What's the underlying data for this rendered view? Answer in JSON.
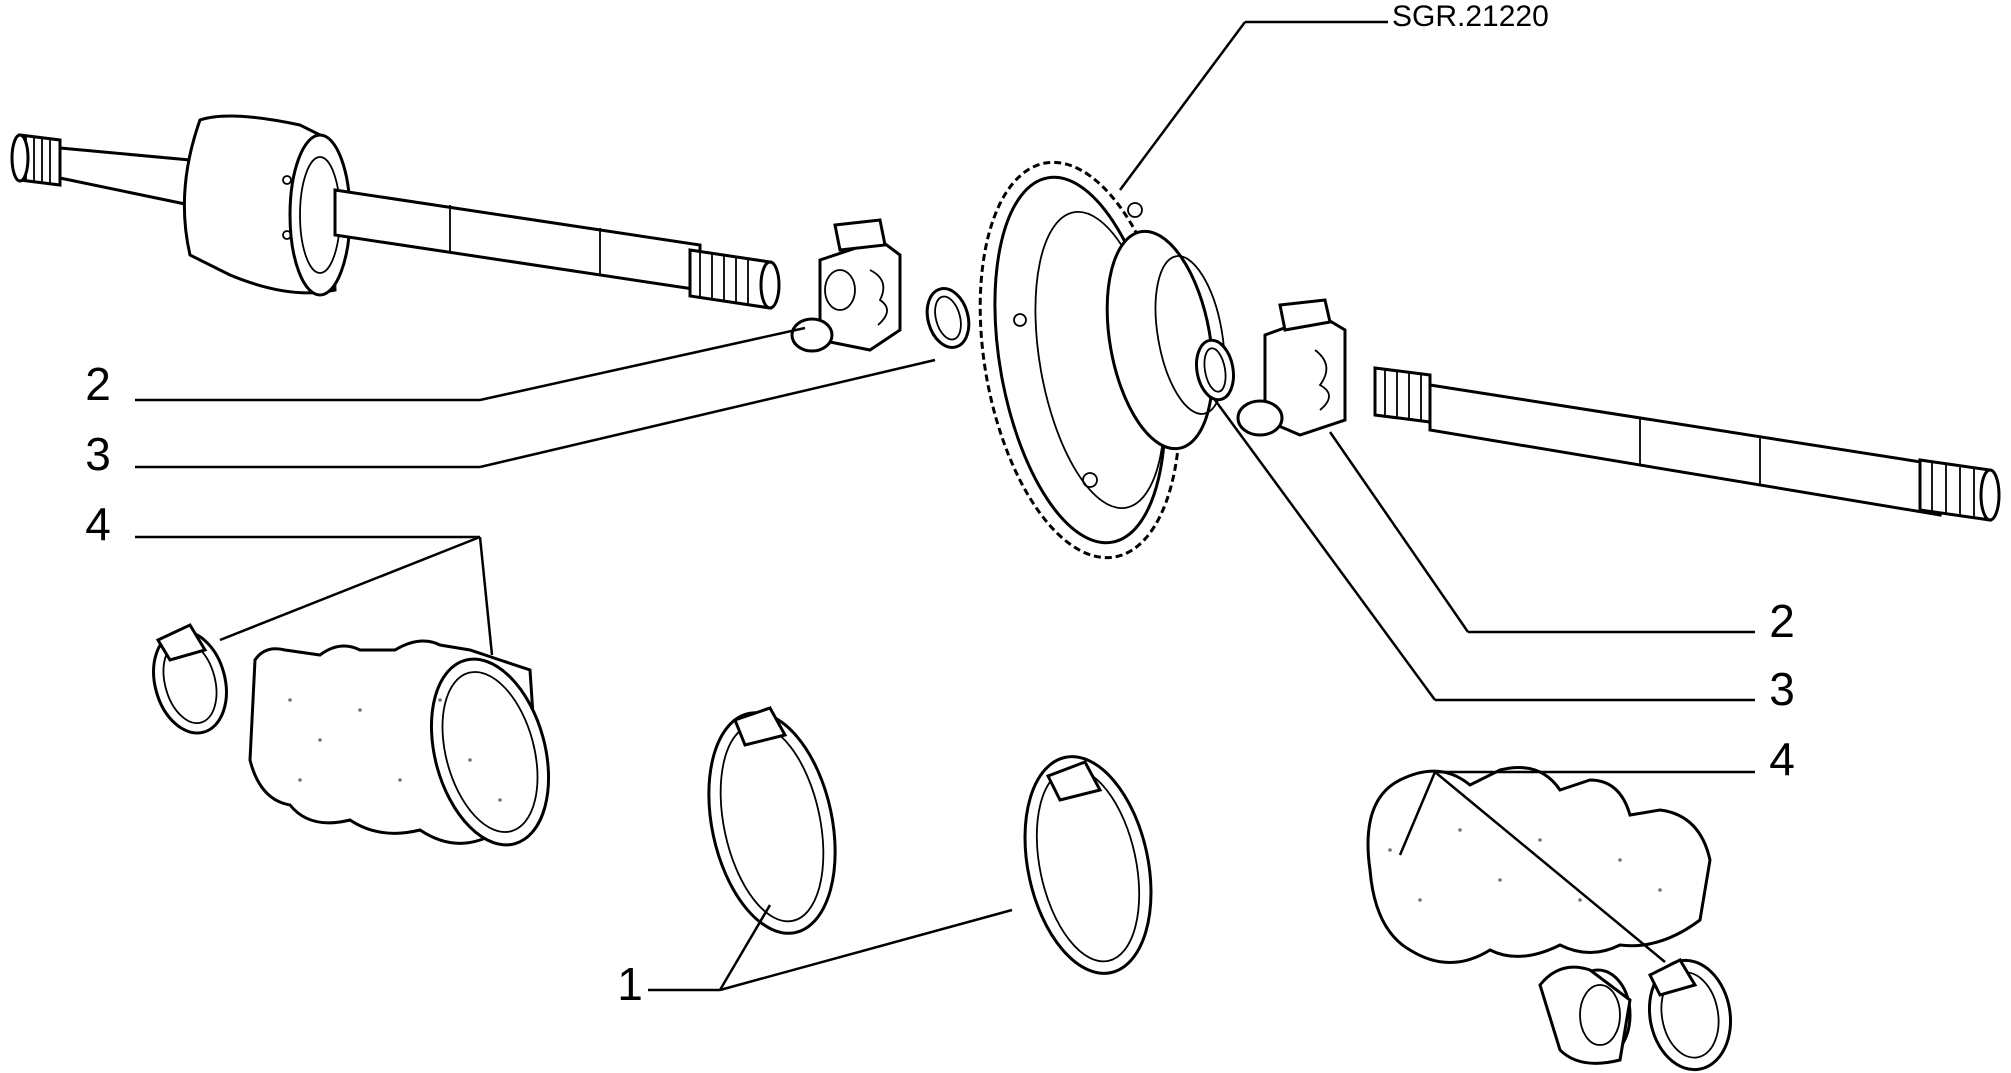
{
  "drawing_code": "SGR.21220",
  "callouts": {
    "left_top_2": "2",
    "left_top_3": "3",
    "left_top_4": "4",
    "right_2": "2",
    "right_3": "3",
    "right_4": "4",
    "bottom_1": "1"
  }
}
